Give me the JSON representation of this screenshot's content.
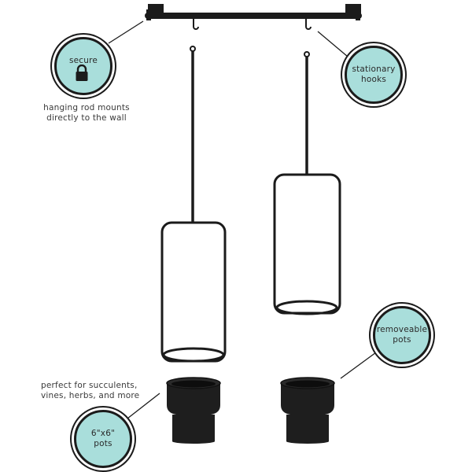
{
  "colors": {
    "badge_fill": "#a9dedb",
    "metal": "#1b1b1b",
    "text": "#333333"
  },
  "badges": {
    "secure": {
      "label": "secure",
      "icon": "padlock-icon"
    },
    "stationary_hooks": {
      "line1": "stationary",
      "line2": "hooks"
    },
    "removeable_pots": {
      "line1": "removeable",
      "line2": "pots"
    },
    "pot_size": {
      "line1": "6\"x6\"",
      "line2": "pots"
    }
  },
  "captions": {
    "wall_mount": {
      "line1": "hanging rod mounts",
      "line2": "directly to the wall"
    },
    "perfect_for": {
      "line1": "perfect for succulents,",
      "line2": "vines, herbs, and more"
    }
  }
}
